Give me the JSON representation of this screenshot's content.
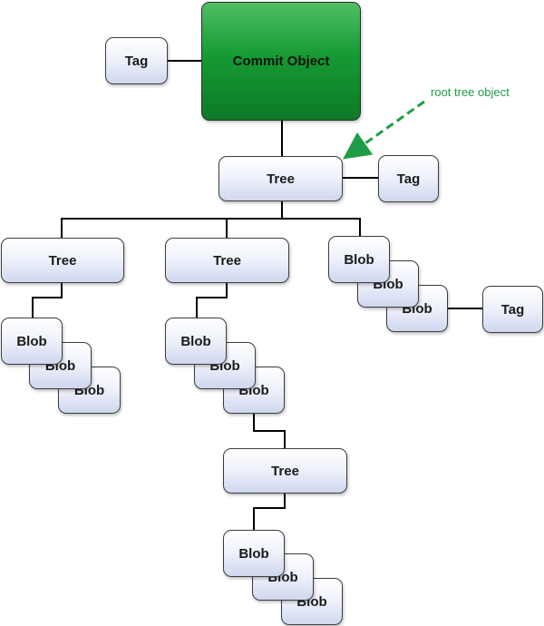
{
  "diagram": {
    "commit": {
      "label": "Commit Object",
      "color": "#169a33"
    },
    "commit_tag": {
      "label": "Tag"
    },
    "root_tree": {
      "label": "Tree"
    },
    "root_tag": {
      "label": "Tag"
    },
    "annotation": {
      "text": "root tree object",
      "color": "#1f9d46"
    },
    "left_tree": {
      "label": "Tree",
      "blobs": [
        "Blob",
        "Blob",
        "Blob"
      ]
    },
    "middle_tree": {
      "label": "Tree",
      "blobs": [
        "Blob",
        "Blob",
        "Blob"
      ]
    },
    "middle_subtree": {
      "label": "Tree",
      "blobs": [
        "Blob",
        "Blob",
        "Blob"
      ]
    },
    "right_blobs": [
      "Blob",
      "Blob",
      "Blob"
    ],
    "blob_tag": {
      "label": "Tag"
    }
  }
}
